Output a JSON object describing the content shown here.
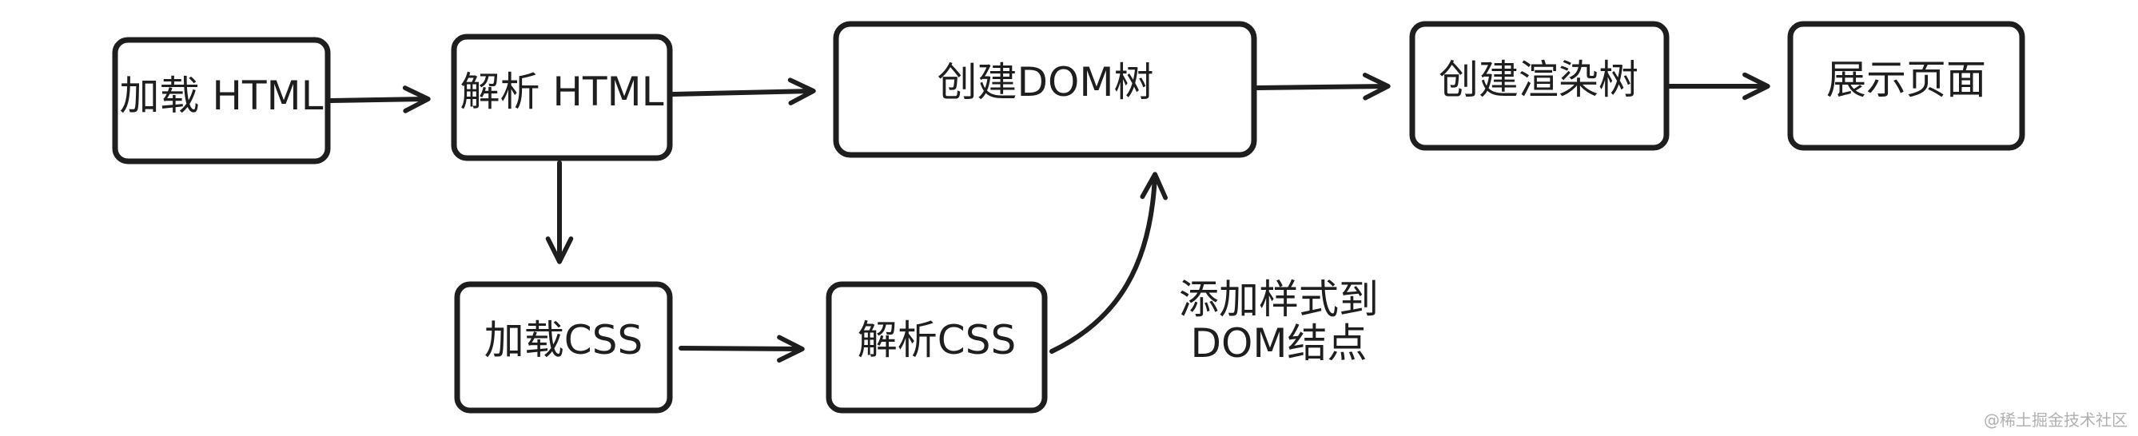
{
  "diagram": {
    "nodes": {
      "load_html": "加载 HTML",
      "parse_html": "解析 HTML",
      "create_dom": "创建DOM树",
      "create_render_tree": "创建渲染树",
      "show_page": "展示页面",
      "load_css": "加载CSS",
      "parse_css": "解析CSS"
    },
    "note": {
      "line1": "添加样式到",
      "line2": "DOM结点"
    },
    "watermark": "@稀土掘金技术社区"
  }
}
